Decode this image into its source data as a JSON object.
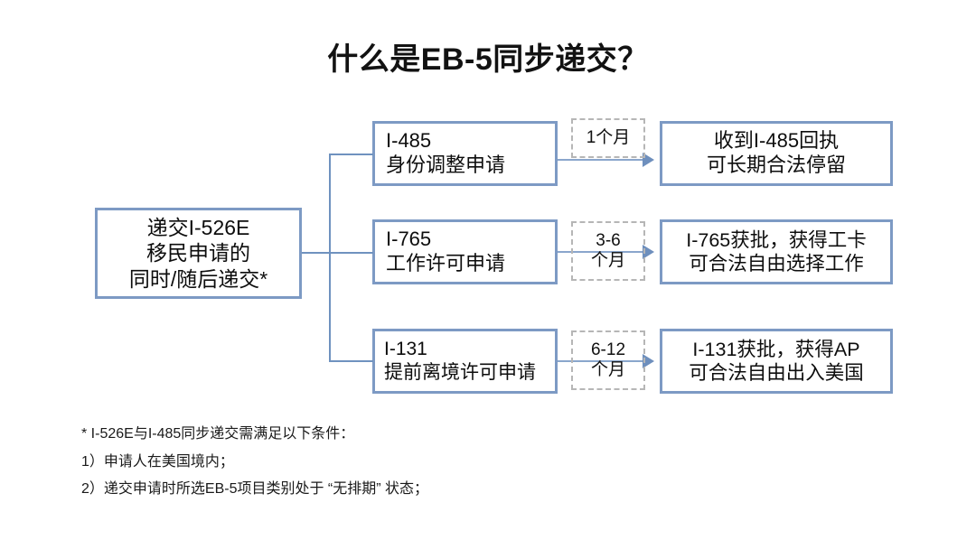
{
  "page_title": "什么是EB-5同步递交？",
  "colors": {
    "box_border": "#7d9ac4",
    "connector": "#6f92bf",
    "arrow": "#8aa6cc",
    "dashed_border": "#b6b6b6",
    "background": "#ffffff",
    "text": "#111111"
  },
  "start_box": {
    "line1": "递交I-526E",
    "line2": "移民申请的",
    "line3": "同时/随后递交*"
  },
  "rows": [
    {
      "form": {
        "line1": "I-485",
        "line2": "身份调整申请"
      },
      "duration": {
        "line1": "1个月",
        "line2": ""
      },
      "outcome": {
        "line1": "收到I-485回执",
        "line2": "可长期合法停留"
      }
    },
    {
      "form": {
        "line1": "I-765",
        "line2": "工作许可申请"
      },
      "duration": {
        "line1": "3-6",
        "line2": "个月"
      },
      "outcome": {
        "line1": "I-765获批，获得工卡",
        "line2": "可合法自由选择工作"
      }
    },
    {
      "form": {
        "line1": "I-131",
        "line2": "提前离境许可申请"
      },
      "duration": {
        "line1": "6-12",
        "line2": "个月"
      },
      "outcome": {
        "line1": "I-131获批，获得AP",
        "line2": "可合法自由出入美国"
      }
    }
  ],
  "footnotes": [
    "* I-526E与I-485同步递交需满足以下条件：",
    "1）申请人在美国境内；",
    "2）递交申请时所选EB-5项目类别处于 “无排期” 状态；"
  ]
}
